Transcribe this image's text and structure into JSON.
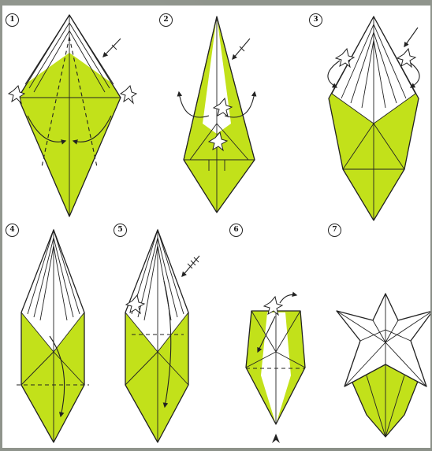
{
  "steps": [
    {
      "number": "1"
    },
    {
      "number": "2"
    },
    {
      "number": "3"
    },
    {
      "number": "4"
    },
    {
      "number": "5"
    },
    {
      "number": "6"
    },
    {
      "number": "7"
    }
  ],
  "colors": {
    "paper_front": "#c2e11a",
    "paper_back": "#ffffff",
    "frame": "#8f948c",
    "line": "#222222"
  },
  "icons": [
    "push-arrow-icon",
    "fold-arrow-icon",
    "star-hand-icon",
    "dashed-fold-line-icon",
    "mountain-arrow-icon"
  ]
}
